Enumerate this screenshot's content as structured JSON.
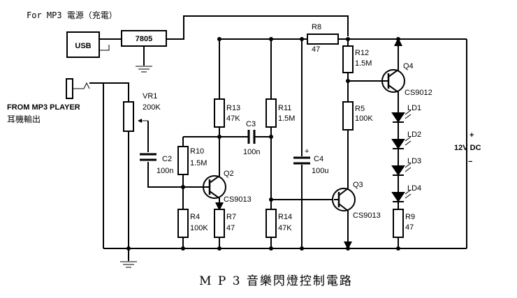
{
  "header_note": "For MP3 電源（充電）",
  "title": "M P 3 音樂閃燈控制電路",
  "input_label_en": "FROM MP3 PLAYER",
  "input_label_zh": "耳機輸出",
  "supply_label": "12V DC",
  "supply_plus": "+",
  "supply_minus": "−",
  "usb": "USB",
  "regulator": "7805",
  "components": {
    "vr1": {
      "name": "VR1",
      "value": "200K"
    },
    "c2": {
      "name": "C2",
      "value": "100n"
    },
    "r10": {
      "name": "R10",
      "value": "1.5M"
    },
    "r13": {
      "name": "R13",
      "value": "47K"
    },
    "c3": {
      "name": "C3",
      "value": "100n"
    },
    "r11": {
      "name": "R11",
      "value": "1.5M"
    },
    "r8": {
      "name": "R8",
      "value": "47"
    },
    "c4": {
      "name": "C4",
      "value": "100u",
      "polarity": "+"
    },
    "r12": {
      "name": "R12",
      "value": "1.5M"
    },
    "q4": {
      "name": "Q4",
      "value": "CS9012"
    },
    "r5": {
      "name": "R5",
      "value": "100K"
    },
    "q2": {
      "name": "Q2",
      "value": "CS9013"
    },
    "q3": {
      "name": "Q3",
      "value": "CS9013"
    },
    "r4": {
      "name": "R4",
      "value": "100K"
    },
    "r7": {
      "name": "R7",
      "value": "47"
    },
    "r14": {
      "name": "R14",
      "value": "47K"
    },
    "r9": {
      "name": "R9",
      "value": "47"
    },
    "ld1": {
      "name": "LD1"
    },
    "ld2": {
      "name": "LD2"
    },
    "ld3": {
      "name": "LD3"
    },
    "ld4": {
      "name": "LD4"
    }
  }
}
